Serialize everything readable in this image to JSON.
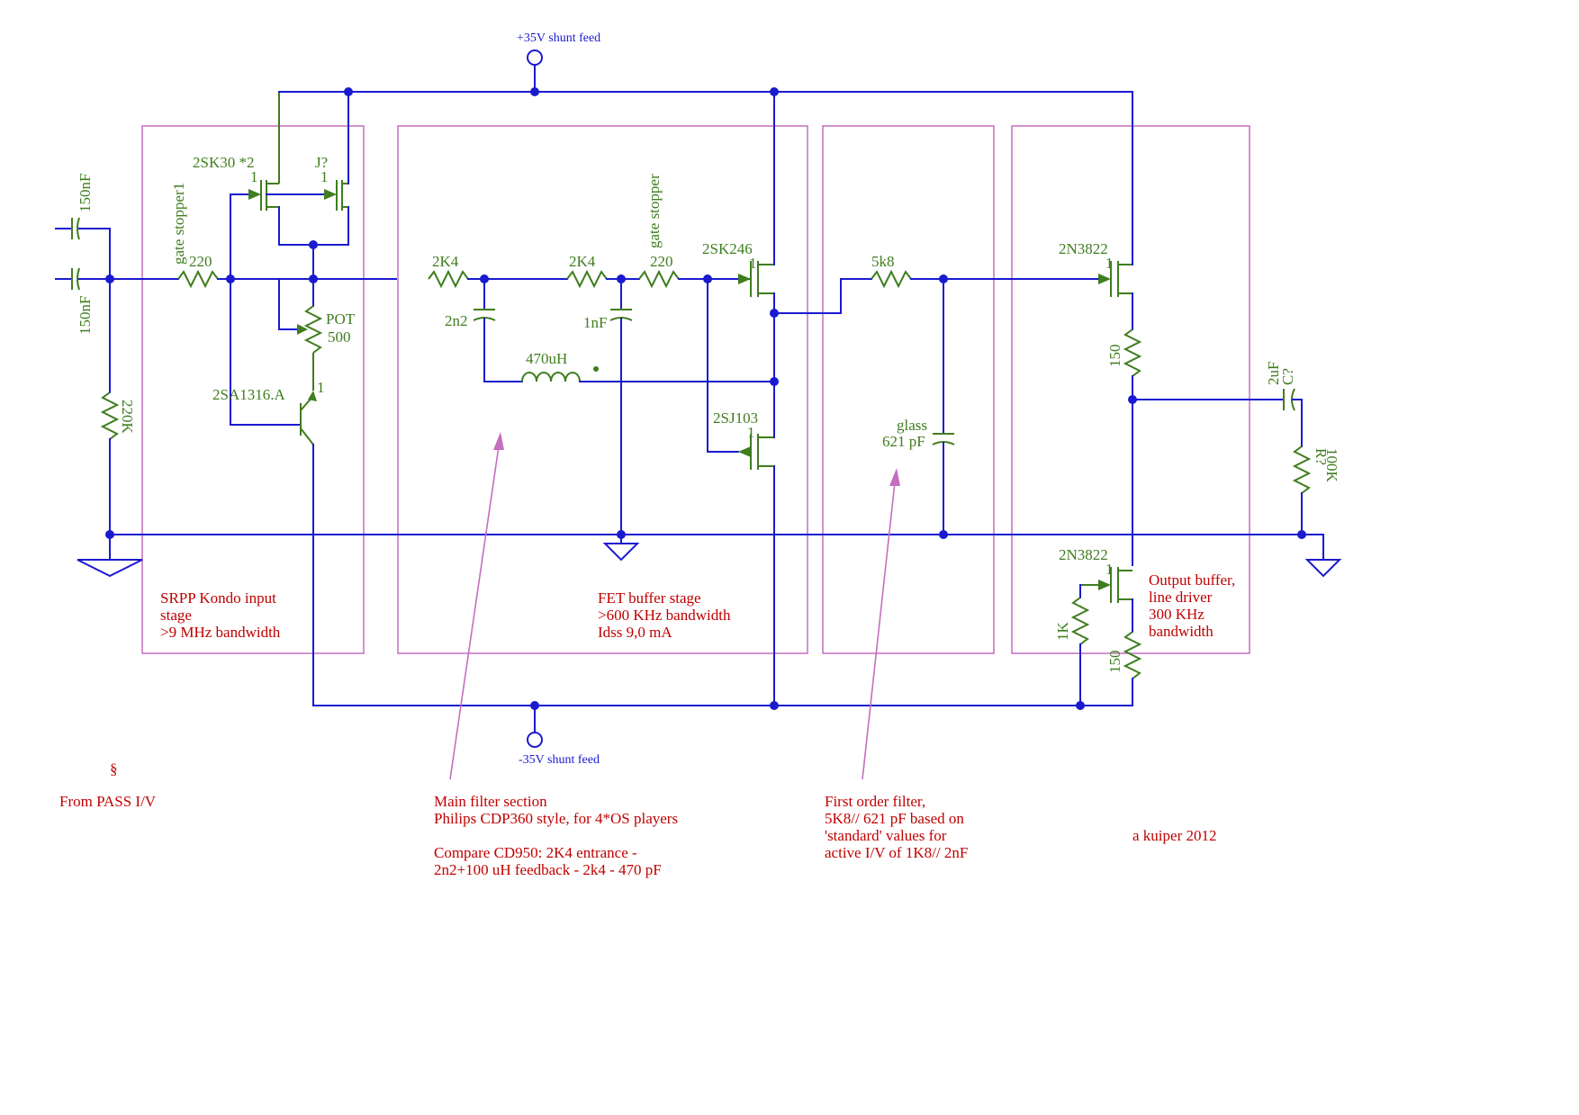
{
  "power": {
    "positive": "+35V shunt feed",
    "negative": "-35V shunt feed"
  },
  "components": {
    "input_cap_top": "150nF",
    "input_cap_bottom": "150nF",
    "gate_stopper1_label": "gate stopper1",
    "gate_stopper1_value": "220",
    "input_resistor_220k": "220K",
    "jfet_pair": "2SK30 *2",
    "jfet_unknown": "J?",
    "jfet_pin_a": "1",
    "jfet_pin_b": "1",
    "pot_label": "POT",
    "pot_value": "500",
    "bjt": "2SA1316.A",
    "bjt_pin": "1",
    "r_2k4_a": "2K4",
    "r_2k4_b": "2K4",
    "cap_2n2": "2n2",
    "cap_1nf": "1nF",
    "inductor": "470uH",
    "gate_stopper_label": "gate stopper",
    "gate_stopper_value": "220",
    "fet_top": "2SK246",
    "fet_top_pin": "1",
    "fet_bottom": "2SJ103",
    "fet_bottom_pin": "1",
    "r_5k8": "5k8",
    "cap_glass_label": "glass",
    "cap_glass_value": "621 pF",
    "out_fet_top": "2N3822",
    "out_fet_top_pin": "1",
    "r_150_top": "150",
    "out_fet_bottom": "2N3822",
    "out_fet_bottom_pin": "1",
    "r_1k": "1K",
    "r_150_bottom": "150",
    "out_cap_name": "C?",
    "out_cap_value": "2uF",
    "out_res_name": "R?",
    "out_res_value": "100K"
  },
  "notes": {
    "srpp": [
      "SRPP Kondo input",
      "stage",
      ">9 MHz bandwidth"
    ],
    "fet_buffer": [
      "FET buffer stage",
      ">600 KHz bandwidth",
      "Idss 9,0 mA"
    ],
    "output_buffer": [
      "Output buffer,",
      "line driver",
      "300 KHz",
      "bandwidth"
    ],
    "section_mark": "§",
    "from_pass": "From PASS I/V",
    "main_filter": [
      "Main filter section",
      "Philips CDP360 style,  for 4*OS players",
      "",
      "Compare CD950: 2K4 entrance -",
      "2n2+100 uH feedback - 2k4 - 470 pF"
    ],
    "first_order": [
      "First order filter,",
      "5K8// 621 pF based on",
      "'standard' values for",
      "active I/V of 1K8// 2nF"
    ],
    "author": "a kuiper 2012"
  },
  "colors": {
    "wire": "#1a1ad0",
    "component": "#3f7d1e",
    "box": "#c46fbf",
    "note": "#c00000"
  }
}
